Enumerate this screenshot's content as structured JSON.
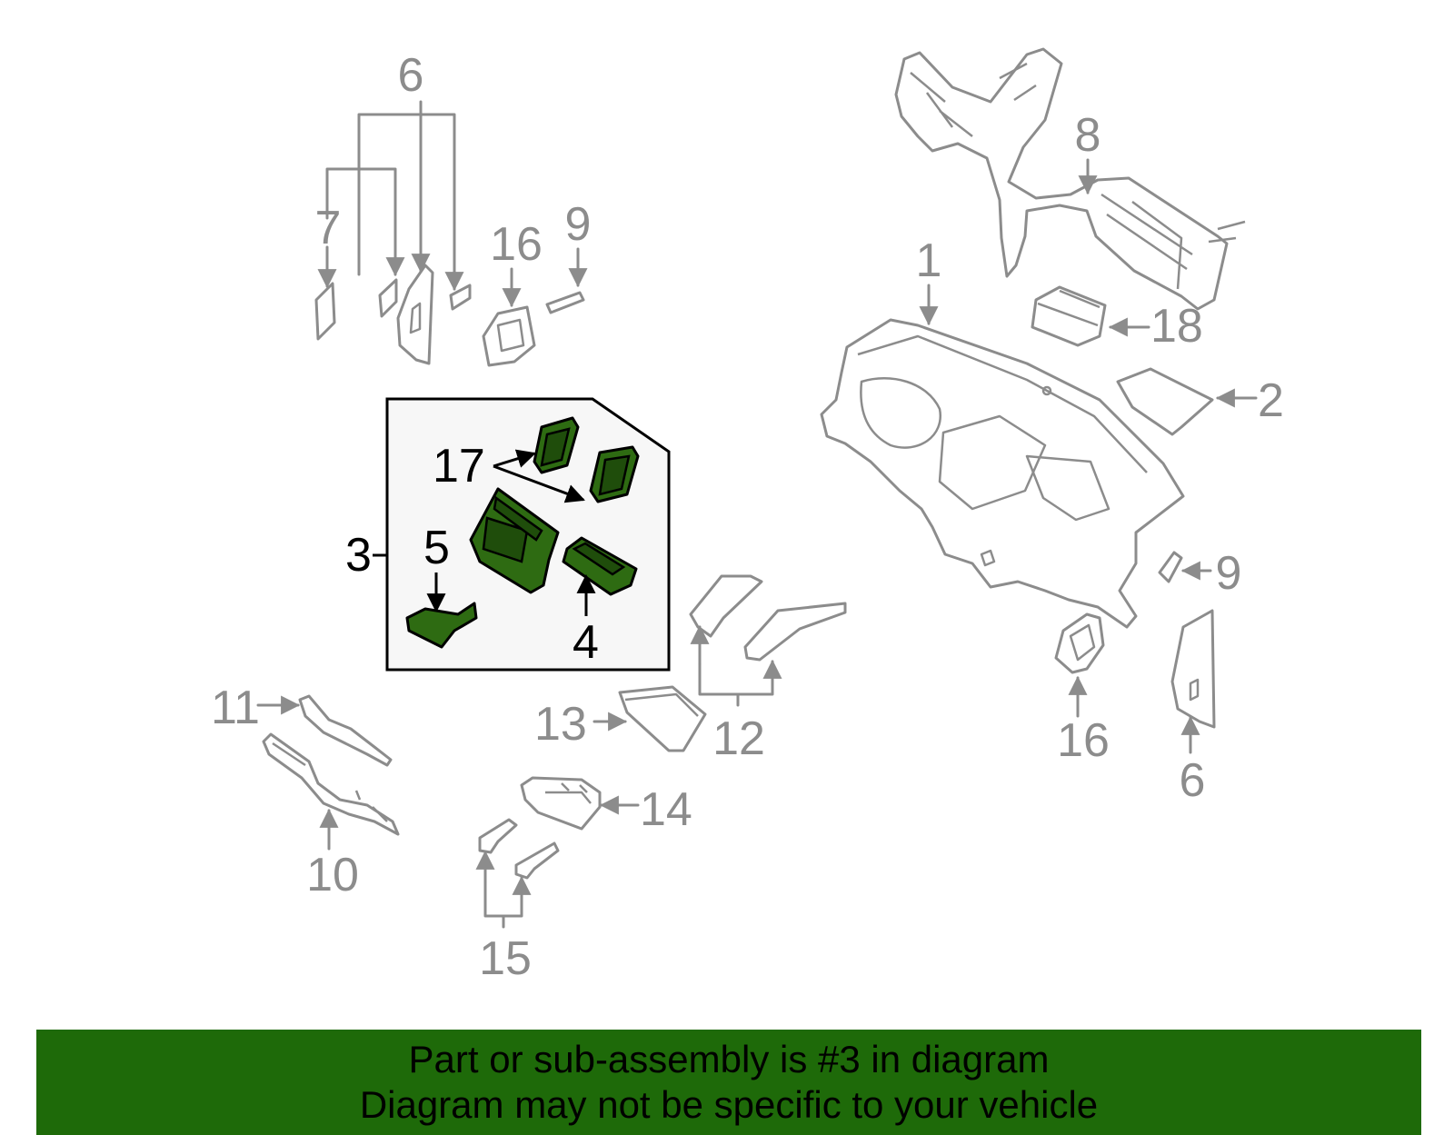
{
  "callouts": {
    "c1": "1",
    "c2": "2",
    "c3": "3",
    "c4": "4",
    "c5": "5",
    "c6_top": "6",
    "c6_right": "6",
    "c7": "7",
    "c8": "8",
    "c9_top": "9",
    "c9_right": "9",
    "c10": "10",
    "c11": "11",
    "c12": "12",
    "c13": "13",
    "c14": "14",
    "c15": "15",
    "c16_top": "16",
    "c16_right": "16",
    "c17": "17",
    "c18": "18"
  },
  "highlight": {
    "part": "3",
    "color": "#2e6b12"
  },
  "banner": {
    "line1": "Part or sub-assembly is #3 in diagram",
    "line2": "Diagram may not be specific to your vehicle",
    "color": "#1e6a09"
  }
}
